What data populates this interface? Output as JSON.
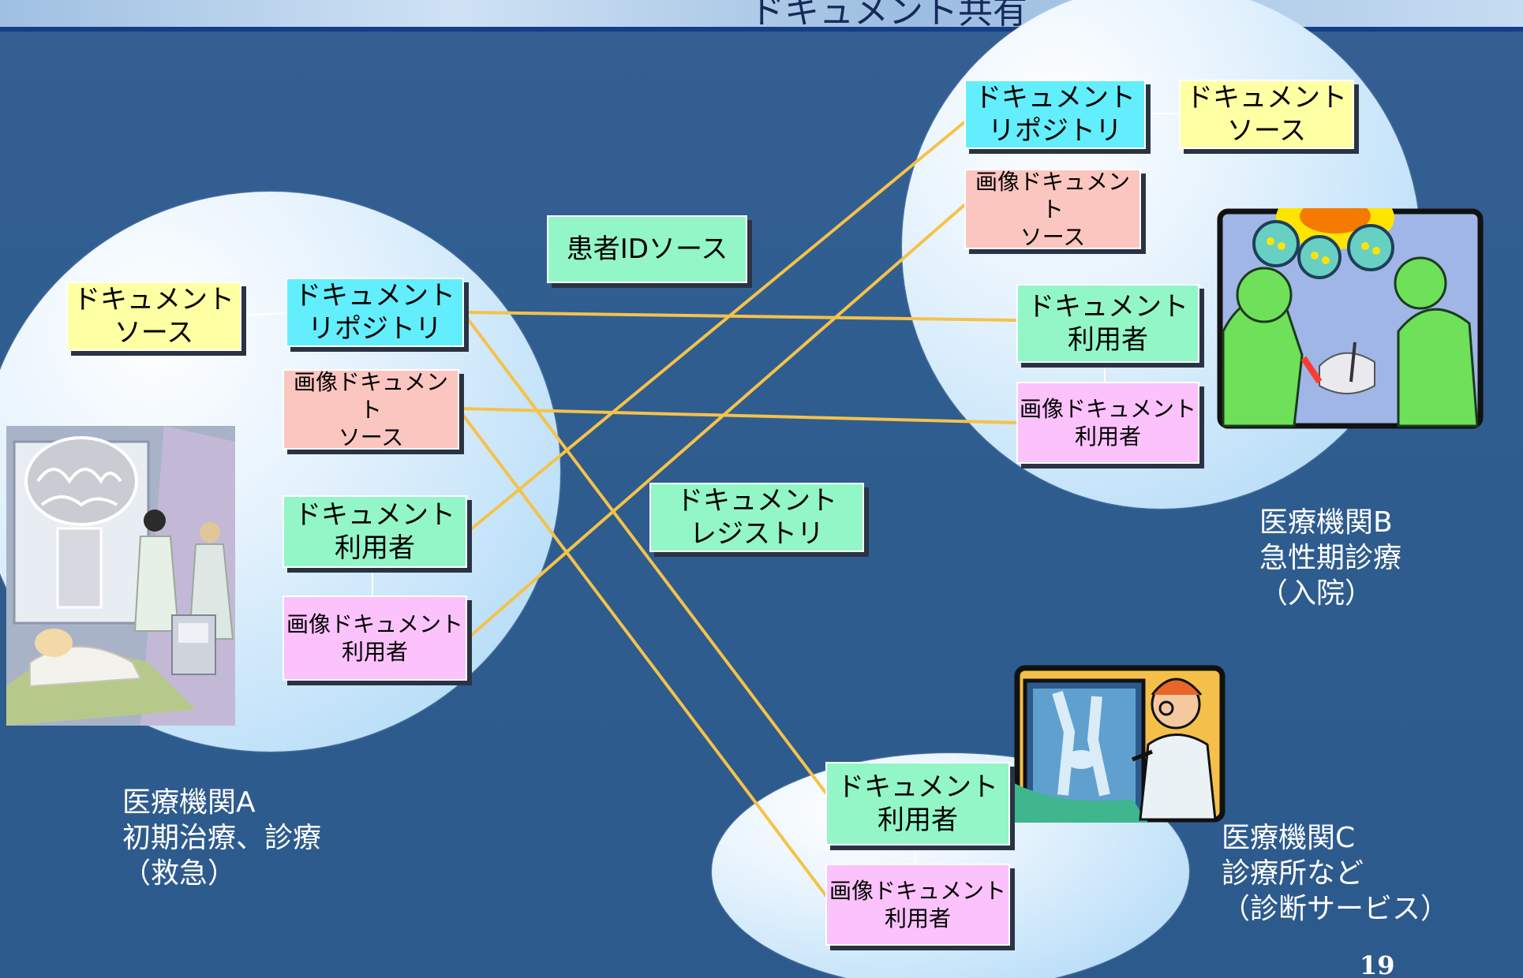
{
  "header": {
    "title": "ドキュメント共有"
  },
  "page_number": "19",
  "colors": {
    "background": "#2f5d8f",
    "connector": "#f5c24a",
    "repository": "#62eefc",
    "source": "#ffffa3",
    "image_source": "#fcc6c0",
    "consumer": "#93f6c7",
    "image_consumer": "#fcc2fc"
  },
  "center": {
    "patient_id_source": "患者IDソース",
    "document_registry": {
      "line1": "ドキュメント",
      "line2": "レジストリ"
    }
  },
  "facilities": {
    "a": {
      "label": {
        "name": "医療機関A",
        "role": "初期治療、診療",
        "note": "（救急）"
      },
      "document_source": {
        "line1": "ドキュメント",
        "line2": "ソース"
      },
      "document_repository": {
        "line1": "ドキュメント",
        "line2": "リポジトリ"
      },
      "imaging_source": {
        "line1": "画像ドキュメント",
        "line2": "ソース"
      },
      "document_consumer": {
        "line1": "ドキュメント",
        "line2": "利用者"
      },
      "imaging_consumer": {
        "line1": "画像ドキュメント",
        "line2": "利用者"
      },
      "clipart": "doctors-reviewing-scan-clipart"
    },
    "b": {
      "label": {
        "name": "医療機関B",
        "role": "急性期診療",
        "note": "（入院）"
      },
      "document_repository": {
        "line1": "ドキュメント",
        "line2": "リポジトリ"
      },
      "document_source": {
        "line1": "ドキュメント",
        "line2": "ソース"
      },
      "imaging_source": {
        "line1": "画像ドキュメント",
        "line2": "ソース"
      },
      "document_consumer": {
        "line1": "ドキュメント",
        "line2": "利用者"
      },
      "imaging_consumer": {
        "line1": "画像ドキュメント",
        "line2": "利用者"
      },
      "clipart": "surgeons-operating-clipart"
    },
    "c": {
      "label": {
        "name": "医療機関C",
        "role": "診療所など",
        "note": "（診断サービス）"
      },
      "document_consumer": {
        "line1": "ドキュメント",
        "line2": "利用者"
      },
      "imaging_consumer": {
        "line1": "画像ドキュメント",
        "line2": "利用者"
      },
      "clipart": "doctor-viewing-xray-clipart"
    }
  }
}
